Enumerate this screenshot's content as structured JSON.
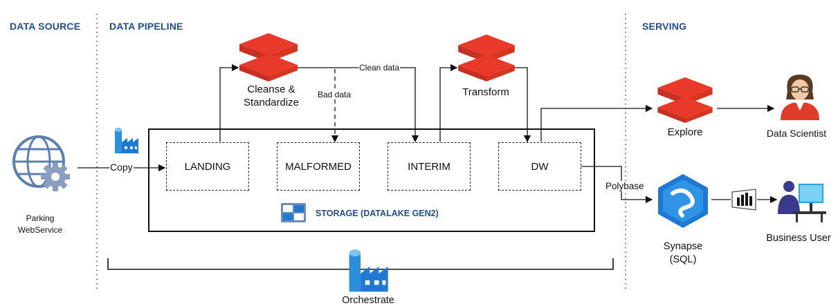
{
  "sections": {
    "data_source": "DATA SOURCE",
    "data_pipeline": "DATA PIPELINE",
    "serving": "SERVING"
  },
  "source": {
    "line1": "Parking",
    "line2": "WebService",
    "icon": "globe-gear-icon"
  },
  "edges": {
    "copy": "Copy",
    "clean_data": "Clean data",
    "bad_data": "Bad data",
    "polybase": "Polybase"
  },
  "stages": {
    "cleanse_line1": "Cleanse &",
    "cleanse_line2": "Standardize",
    "transform": "Transform",
    "explore": "Explore",
    "data_scientist": "Data Scientist",
    "synapse_line1": "Synapse",
    "synapse_line2": "(SQL)",
    "business_user": "Business User",
    "orchestrate": "Orchestrate"
  },
  "zones": [
    "LANDING",
    "MALFORMED",
    "INTERIM",
    "DW"
  ],
  "storage": {
    "label": "STORAGE (DATALAKE GEN2)",
    "icon": "storage-account-icon"
  },
  "colors": {
    "databricks": "#e8392a",
    "databricks_dark": "#b8281c",
    "azure_blue": "#1f78d1",
    "title_blue": "#1f4e8c"
  }
}
